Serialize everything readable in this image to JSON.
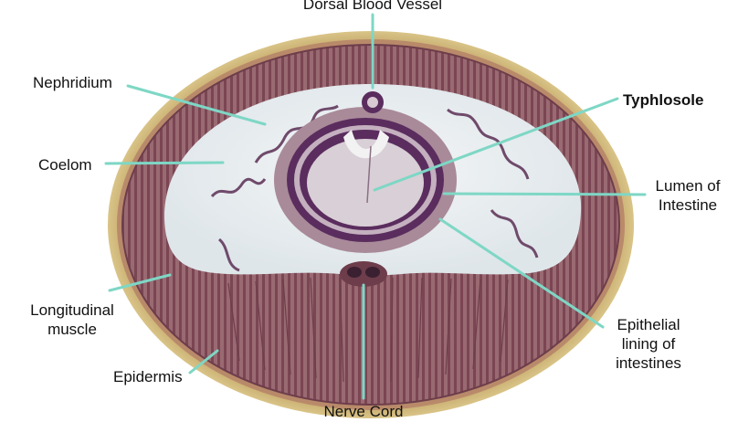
{
  "labels": {
    "dorsal_blood_vessel": "Dorsal Blood Vessel",
    "nephridium": "Nephridium",
    "typhlosole": "Typhlosole",
    "coelom": "Coelom",
    "lumen_line1": "Lumen of",
    "lumen_line2": "Intestine",
    "longitudinal_line1": "Longitudinal",
    "longitudinal_line2": "muscle",
    "epithelial_line1": "Epithelial",
    "epithelial_line2": "lining of",
    "epithelial_line3": "intestines",
    "epidermis": "Epidermis",
    "nerve_cord": "Nerve Cord"
  },
  "colors": {
    "leader": "#7ed7c5",
    "cuticle": "#c6a864",
    "muscle": "#8a5560",
    "coelom": "#ecf0f1",
    "intestine": "#5a2d5e"
  },
  "icons": [
    "earthworm-cross-section-micrograph"
  ]
}
